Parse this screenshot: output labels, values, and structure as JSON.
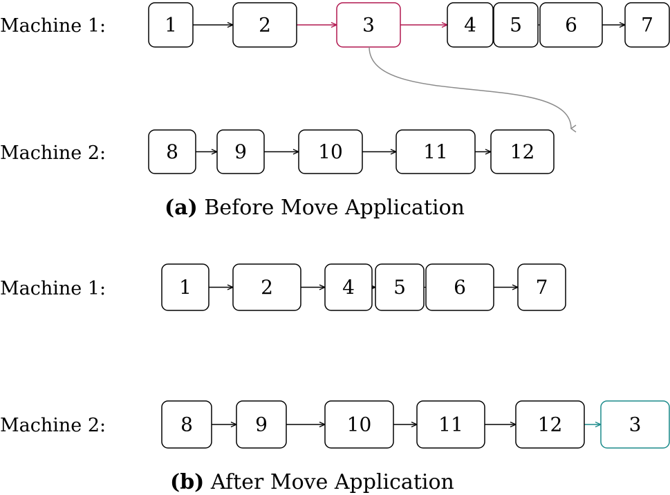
{
  "colors": {
    "default": "#000000",
    "moved_before": "#b0164e",
    "moved_after": "#1a8a8a",
    "move_arrow": "#8a8a8a"
  },
  "panels": [
    {
      "caption_tag": "(a)",
      "caption_text": "Before Move Application",
      "machines": [
        {
          "label": "Machine 1:",
          "jobs": [
            {
              "id": "1",
              "state": "default"
            },
            {
              "id": "2",
              "state": "default"
            },
            {
              "id": "3",
              "state": "moved_before"
            },
            {
              "id": "4",
              "state": "default"
            },
            {
              "id": "5",
              "state": "default"
            },
            {
              "id": "6",
              "state": "default"
            },
            {
              "id": "7",
              "state": "default"
            }
          ]
        },
        {
          "label": "Machine 2:",
          "jobs": [
            {
              "id": "8",
              "state": "default"
            },
            {
              "id": "9",
              "state": "default"
            },
            {
              "id": "10",
              "state": "default"
            },
            {
              "id": "11",
              "state": "default"
            },
            {
              "id": "12",
              "state": "default"
            }
          ]
        }
      ]
    },
    {
      "caption_tag": "(b)",
      "caption_text": "After Move Application",
      "machines": [
        {
          "label": "Machine 1:",
          "jobs": [
            {
              "id": "1",
              "state": "default"
            },
            {
              "id": "2",
              "state": "default"
            },
            {
              "id": "4",
              "state": "default"
            },
            {
              "id": "5",
              "state": "default"
            },
            {
              "id": "6",
              "state": "default"
            },
            {
              "id": "7",
              "state": "default"
            }
          ]
        },
        {
          "label": "Machine 2:",
          "jobs": [
            {
              "id": "8",
              "state": "default"
            },
            {
              "id": "9",
              "state": "default"
            },
            {
              "id": "10",
              "state": "default"
            },
            {
              "id": "11",
              "state": "default"
            },
            {
              "id": "12",
              "state": "default"
            },
            {
              "id": "3",
              "state": "moved_after"
            }
          ]
        }
      ]
    }
  ]
}
